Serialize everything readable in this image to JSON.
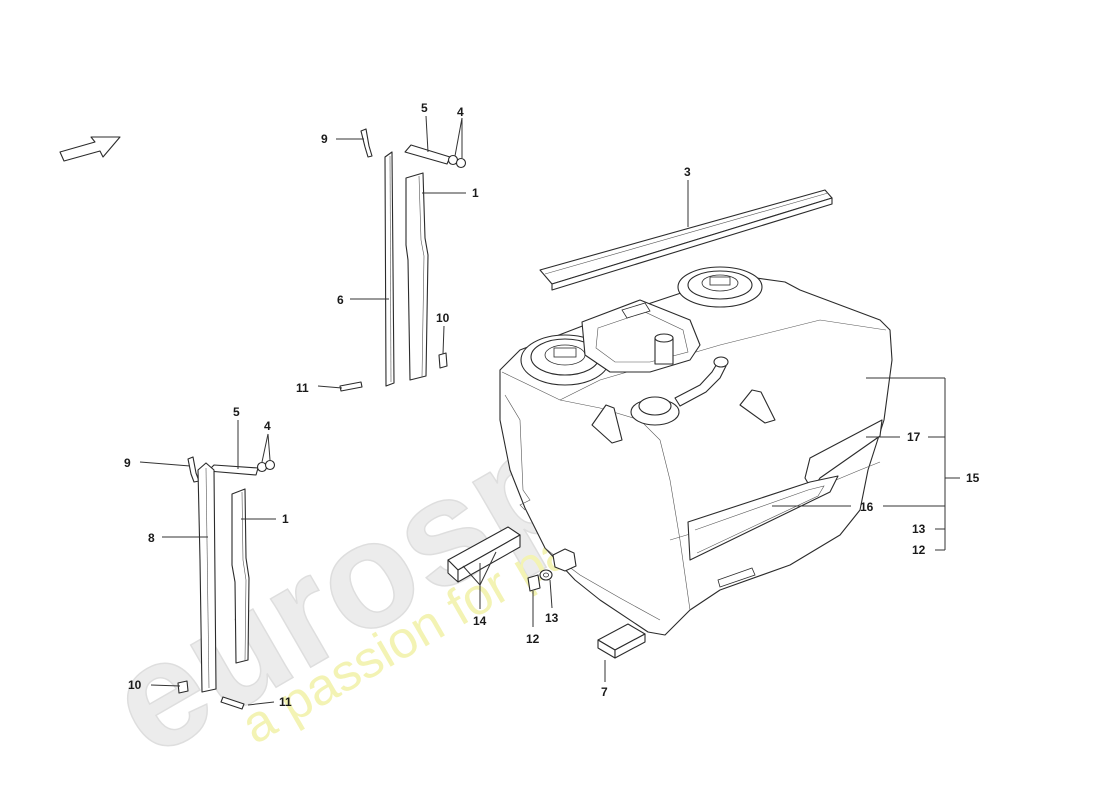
{
  "watermark": {
    "logo": "eurospares",
    "tagline": "a passion for parts since 1985",
    "logo_color": "#ececec",
    "tagline_color": "#f3f3b4"
  },
  "diagram": {
    "direction_indicator": "arrow-icon",
    "callouts": {
      "c1_upper": "1",
      "c1_lower": "1",
      "c3": "3",
      "c4_upper": "4",
      "c4_lower": "4",
      "c5_upper": "5",
      "c5_lower": "5",
      "c6": "6",
      "c7": "7",
      "c8": "8",
      "c9_upper": "9",
      "c9_lower": "9",
      "c10_upper": "10",
      "c10_lower": "10",
      "c11_upper": "11",
      "c11_lower": "11",
      "c12_right": "12",
      "c12_bottom": "12",
      "c13_right": "13",
      "c13_bottom": "13",
      "c14": "14",
      "c15": "15",
      "c16": "16",
      "c17": "17"
    }
  }
}
